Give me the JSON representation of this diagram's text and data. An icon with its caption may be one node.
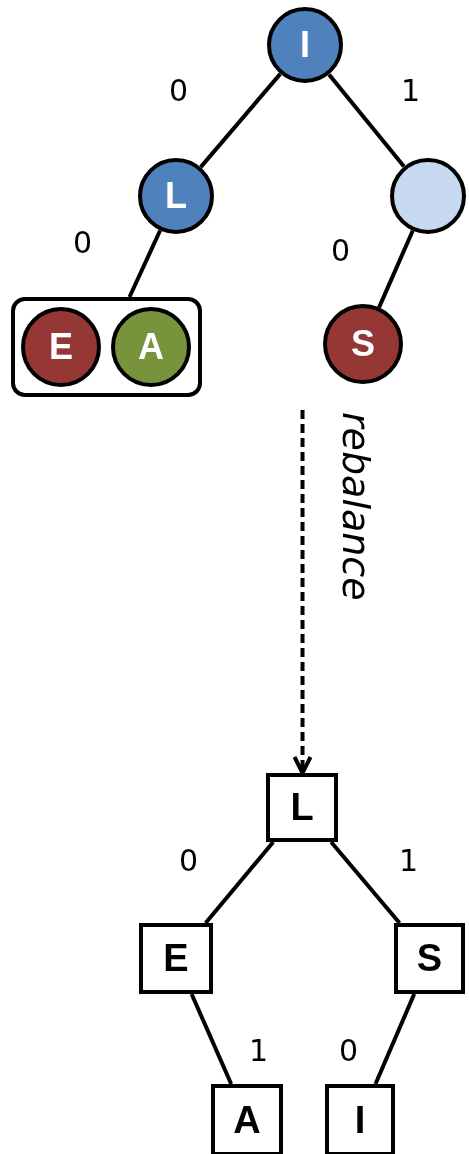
{
  "diagram": {
    "nodes": [
      {
        "text": [
          "I"
        ]
      },
      {
        "text": [
          "L"
        ]
      },
      {
        "text": [],
        "shape": "circle"
      },
      {
        "text": [],
        "shape": "box"
      },
      {
        "text": [
          "E"
        ],
        "in": 3
      },
      {
        "text": [
          "A"
        ],
        "in": 3
      },
      {
        "text": [
          "S"
        ]
      },
      {
        "text": [
          "L"
        ]
      },
      {
        "text": [
          "E"
        ]
      },
      {
        "text": [
          "S"
        ]
      },
      {
        "text": [
          "A"
        ]
      },
      {
        "text": [
          "I"
        ]
      }
    ],
    "edges": [
      {
        "from": 0,
        "to": 1,
        "arrow": "none",
        "label": "0"
      },
      {
        "from": 0,
        "to": 2,
        "arrow": "none",
        "label": "1"
      },
      {
        "from": 1,
        "to": 3,
        "arrow": "none",
        "label": "0"
      },
      {
        "from": 2,
        "to": 6,
        "arrow": "none",
        "label": "0"
      },
      {
        "from": null,
        "to": 7,
        "arrow": "to",
        "label": "rebalance",
        "style": "dashed"
      },
      {
        "from": 7,
        "to": 8,
        "arrow": "none",
        "label": "0"
      },
      {
        "from": 7,
        "to": 9,
        "arrow": "none",
        "label": "1"
      },
      {
        "from": 8,
        "to": 10,
        "arrow": "none",
        "label": "1"
      },
      {
        "from": 9,
        "to": 11,
        "arrow": "none",
        "label": "0"
      }
    ]
  }
}
